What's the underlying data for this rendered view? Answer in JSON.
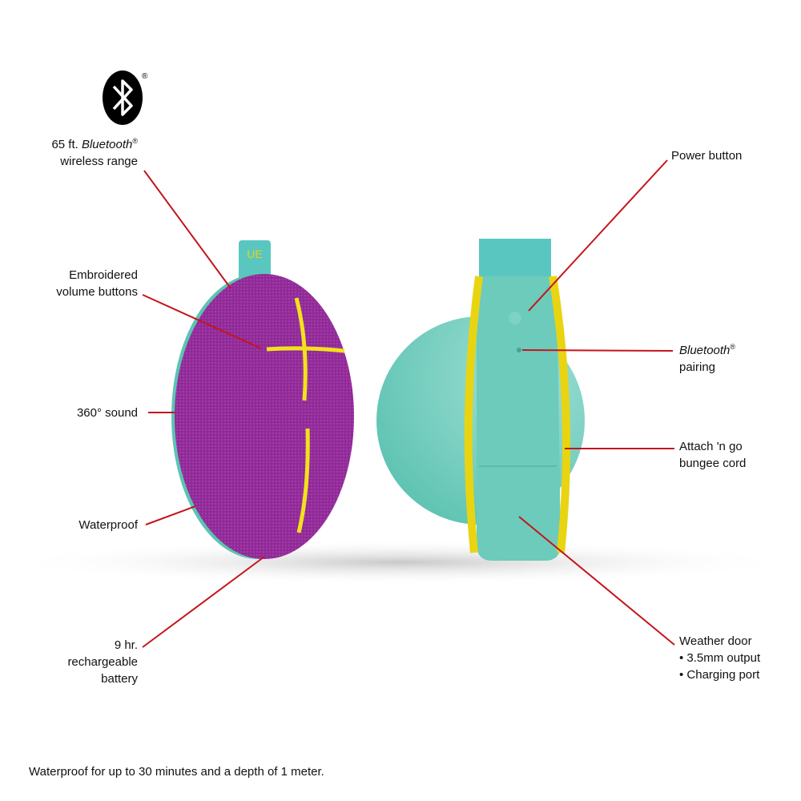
{
  "logo": {
    "name": "bluetooth-logo",
    "registered": "®"
  },
  "left_labels": [
    {
      "line1_pre": "65 ft. ",
      "line1_em": "Bluetooth",
      "sup": "®",
      "line2": "wireless range"
    },
    {
      "line1": "Embroidered",
      "line2": "volume buttons"
    },
    {
      "line1": "360° sound"
    },
    {
      "line1": "Waterproof"
    },
    {
      "line1": "9 hr.",
      "line2": "rechargeable",
      "line3": "battery"
    }
  ],
  "right_labels": [
    {
      "line1": "Power button"
    },
    {
      "line1_em": "Bluetooth",
      "sup": "®",
      "line2": "pairing"
    },
    {
      "line1": "Attach 'n go",
      "line2": "bungee cord"
    },
    {
      "line1": "Weather door",
      "line2": "• 3.5mm output",
      "line3": "• Charging port"
    }
  ],
  "footnote": "Waterproof for up to 30 minutes and a depth of 1 meter.",
  "colors": {
    "leader": "#c4151c",
    "purple": "#8e2a95",
    "teal": "#6fcfbf",
    "yellow": "#f2e21c"
  }
}
